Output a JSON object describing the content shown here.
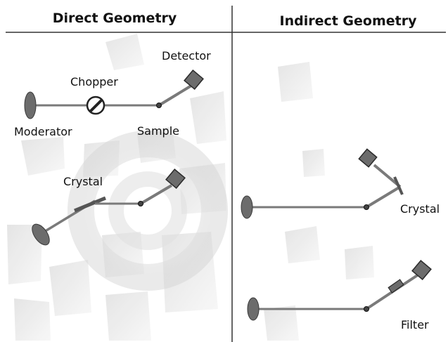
{
  "panels": {
    "left": {
      "title": "Direct Geometry"
    },
    "right": {
      "title": "Indirect Geometry"
    }
  },
  "labels": {
    "detector": "Detector",
    "chopper": "Chopper",
    "moderator": "Moderator",
    "sample": "Sample",
    "crystal_left": "Crystal",
    "crystal_right": "Crystal",
    "filter": "Filter"
  },
  "colors": {
    "beam": "#7a7a7a",
    "component": "#6c6c6c",
    "component_stroke": "#3a3a3a",
    "background_rings": "#d6d6d6"
  }
}
